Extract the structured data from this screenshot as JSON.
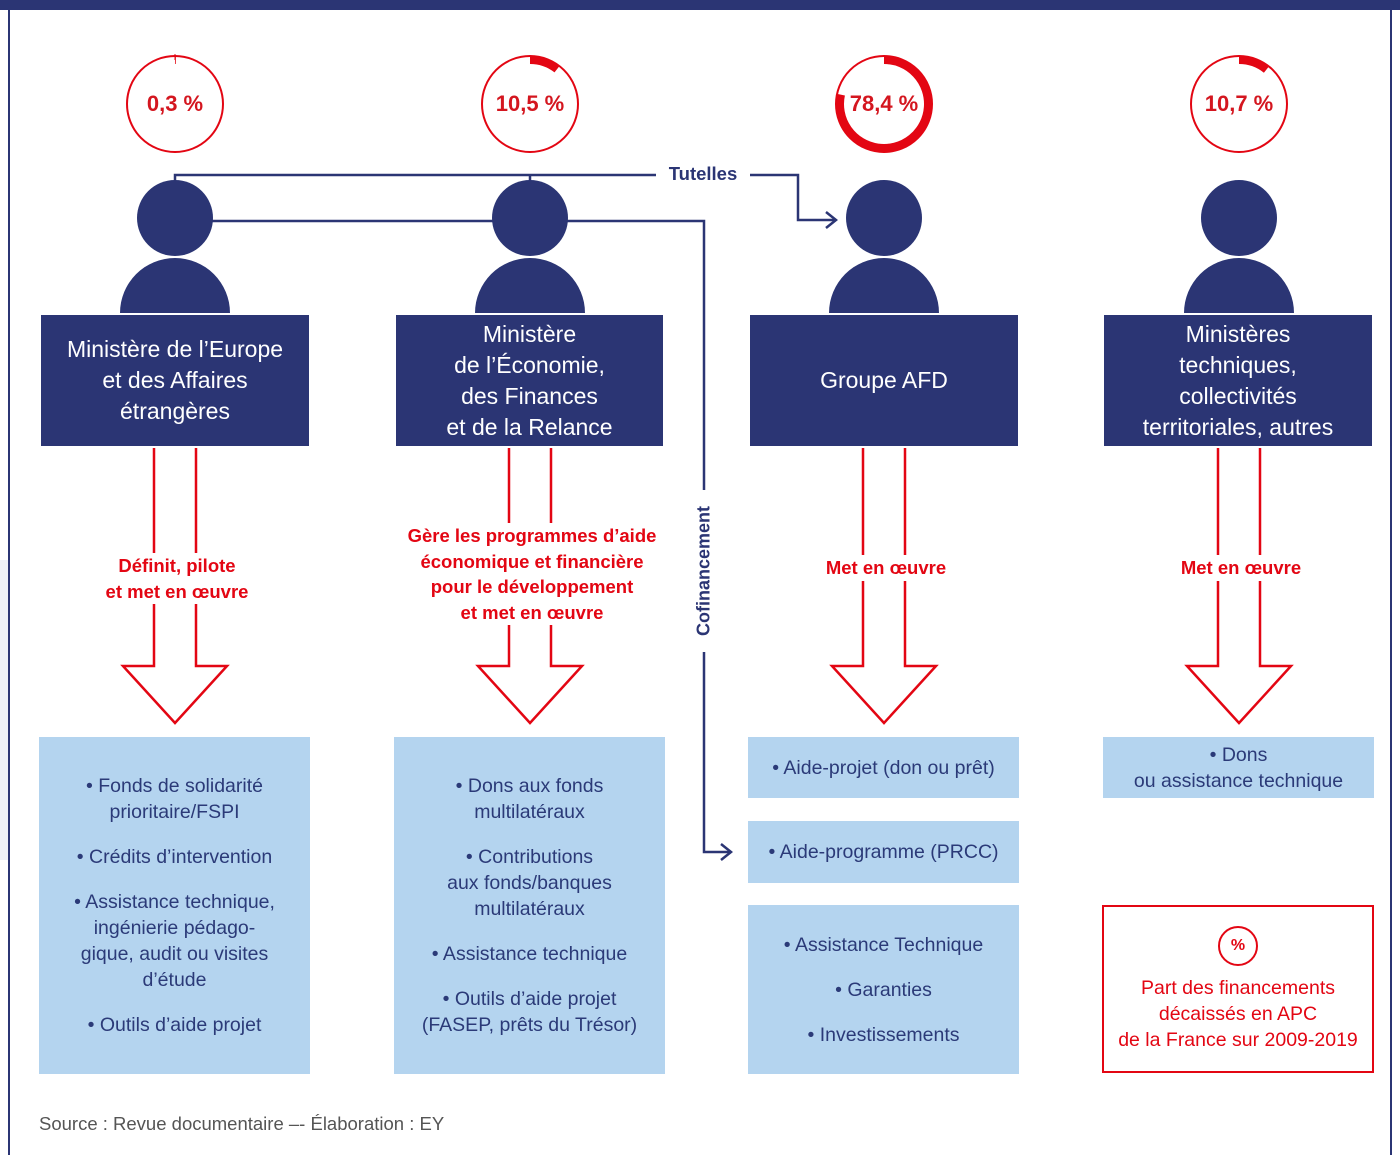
{
  "columns": [
    {
      "percent": "0,3 %",
      "share": 0.003,
      "entity": "Ministère de l’Europe\net des Affaires\nétrangères",
      "action": "Définit, pilote\net met en œuvre",
      "cards": [
        [
          "• Fonds de solidarité\nprioritaire/FSPI",
          "• Crédits d’intervention",
          "• Assistance technique,\ningénierie pédago-\ngique, audit ou visites\nd’étude",
          "• Outils d’aide projet"
        ]
      ]
    },
    {
      "percent": "10,5 %",
      "share": 0.105,
      "entity": "Ministère\nde l’Économie,\ndes Finances\net de la Relance",
      "action": "Gère les programmes d’aide\néconomique et financière\npour le développement\net met en œuvre",
      "cards": [
        [
          "• Dons aux fonds\nmultilatéraux",
          "• Contributions\naux fonds/banques\nmultilatéraux",
          "• Assistance technique",
          "• Outils d’aide projet\n(FASEP, prêts du Trésor)"
        ]
      ]
    },
    {
      "percent": "78,4 %",
      "share": 0.784,
      "entity": "Groupe AFD",
      "action": "Met en œuvre",
      "cards": [
        [
          "• Aide-projet (don ou prêt)"
        ],
        [
          "• Aide-programme (PRCC)"
        ],
        [
          "• Assistance Technique",
          "• Garanties",
          "• Investissements"
        ]
      ]
    },
    {
      "percent": "10,7 %",
      "share": 0.107,
      "entity": "Ministères\ntechniques,\ncollectivités\nterritoriales, autres",
      "action": "Met en œuvre",
      "cards": [
        [
          "• Dons\nou assistance technique"
        ]
      ]
    }
  ],
  "connectors": {
    "tutelles": "Tutelles",
    "cofinancement": "Cofinancement"
  },
  "legend": {
    "symbol": "%",
    "text": "Part des financements\ndécaissés en APC\nde la France sur 2009-2019"
  },
  "source": "Source : Revue documentaire –- Élaboration : EY",
  "colors": {
    "navy": "#2b3574",
    "red": "#e30613",
    "card_blue": "#b4d4ef",
    "text_blue": "#2b3a78"
  }
}
